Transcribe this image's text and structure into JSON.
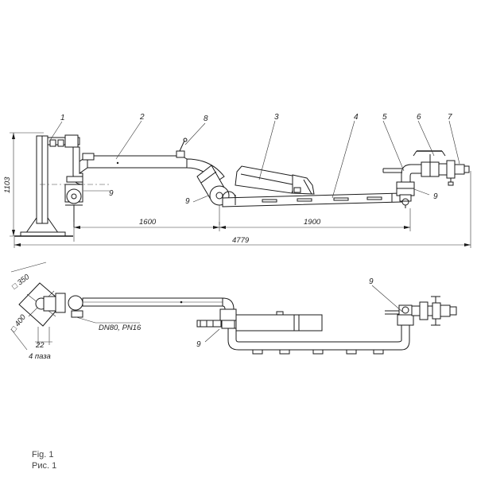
{
  "callouts": {
    "c1": "1",
    "c2": "2",
    "c3": "3",
    "c4": "4",
    "c5": "5",
    "c6": "6",
    "c7": "7",
    "c8": "8",
    "c9": "9"
  },
  "dimensions": {
    "height": "1103",
    "span_a": "1600",
    "span_b": "1900",
    "total": "4779",
    "base_350": "350",
    "base_400": "400",
    "bolt_hole": "22",
    "bolt_count": "4 паза"
  },
  "flange_spec": "DN80, PN16",
  "caption": {
    "en": "Fig. 1",
    "ru": "Рис. 1"
  }
}
